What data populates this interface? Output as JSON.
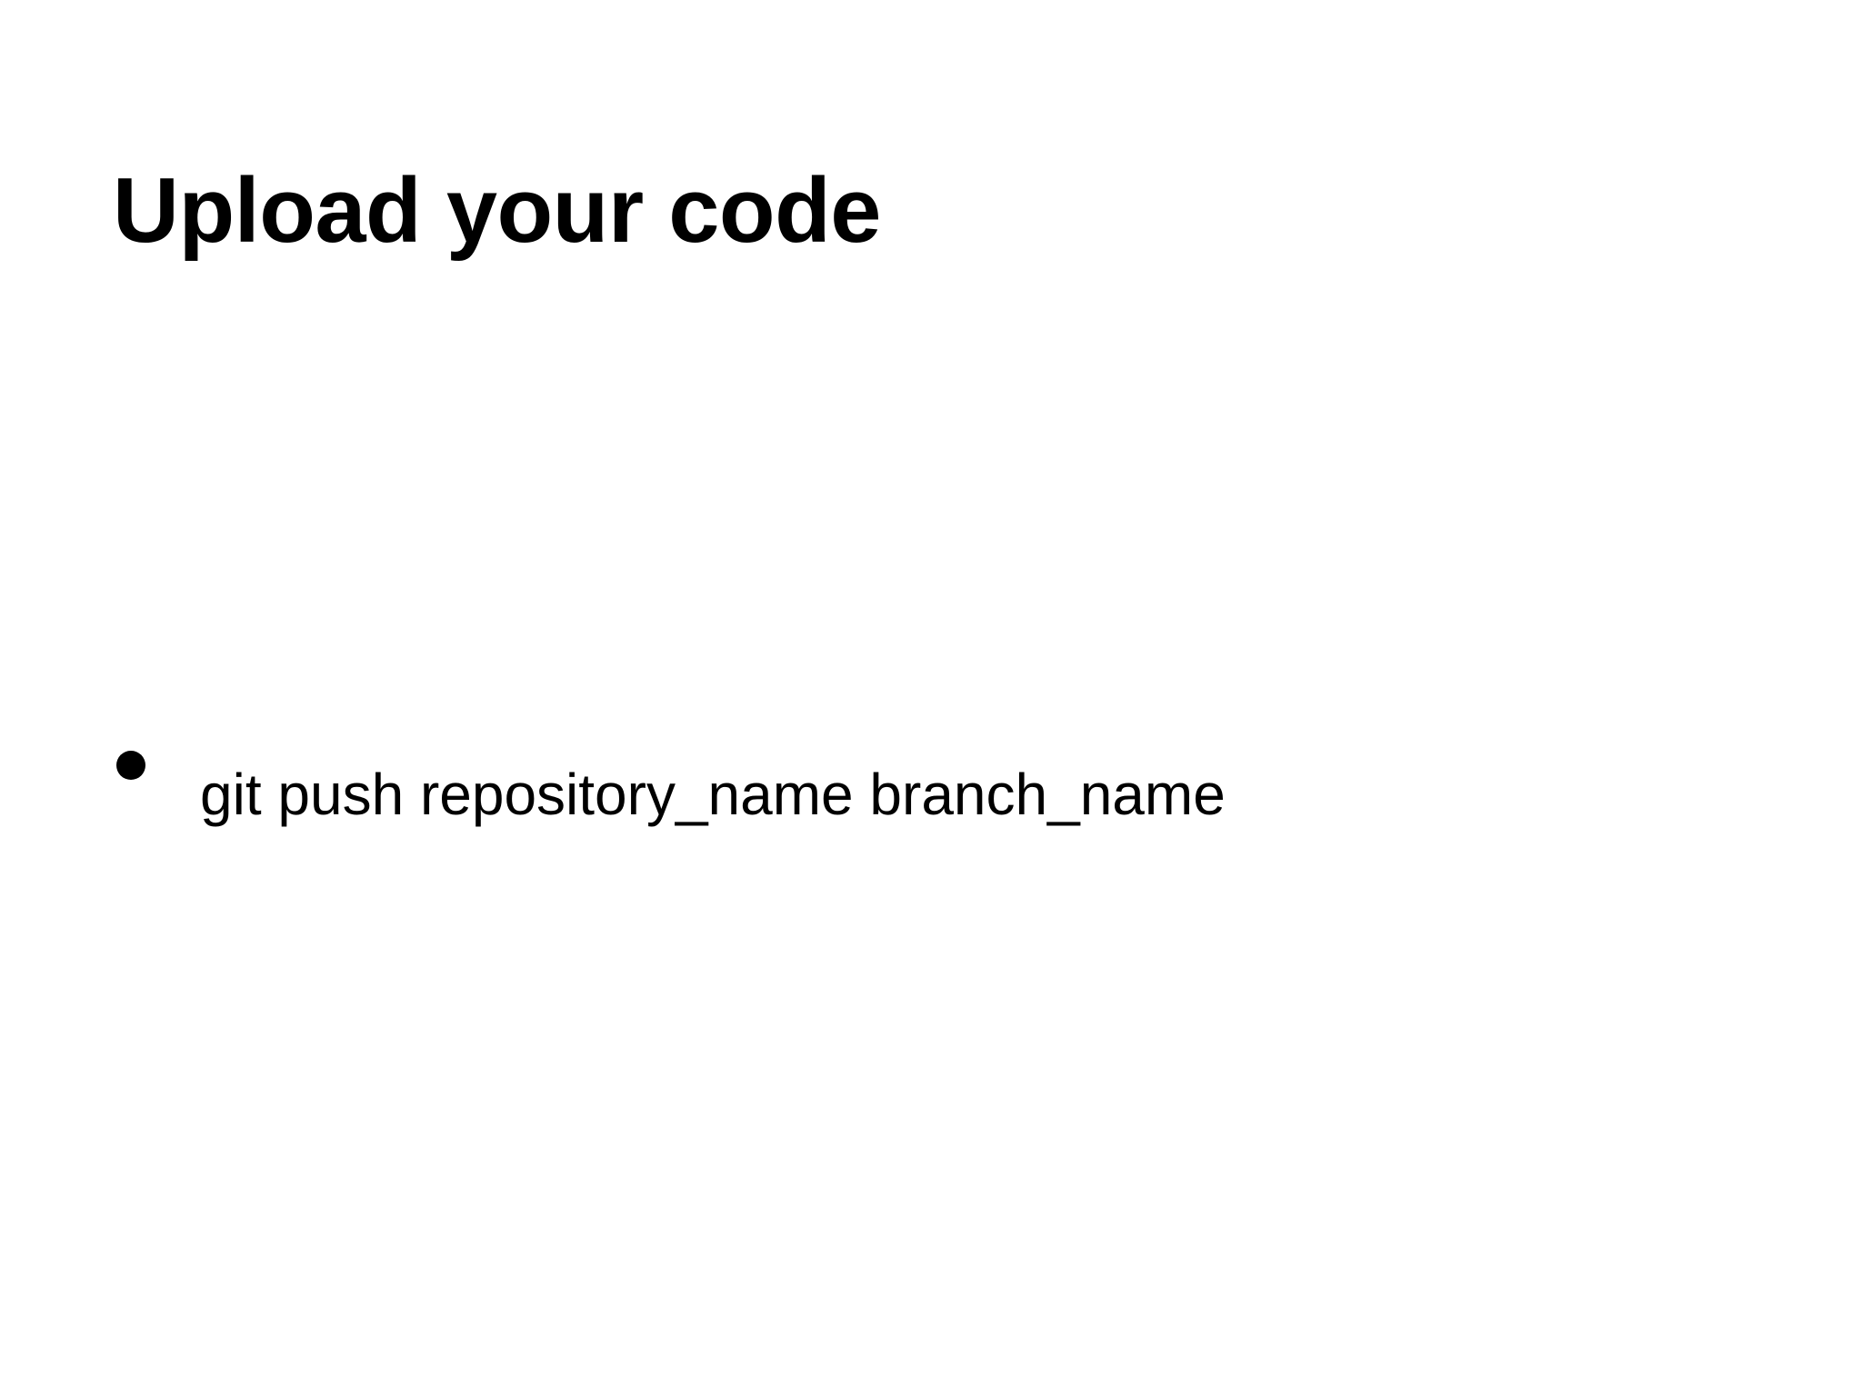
{
  "slide": {
    "title": "Upload your code",
    "background_color": "#ffffff",
    "text_color": "#000000",
    "body": {
      "bullets": [
        {
          "marker": "round-bullet",
          "text": "git push repository_name branch_name"
        }
      ]
    }
  }
}
